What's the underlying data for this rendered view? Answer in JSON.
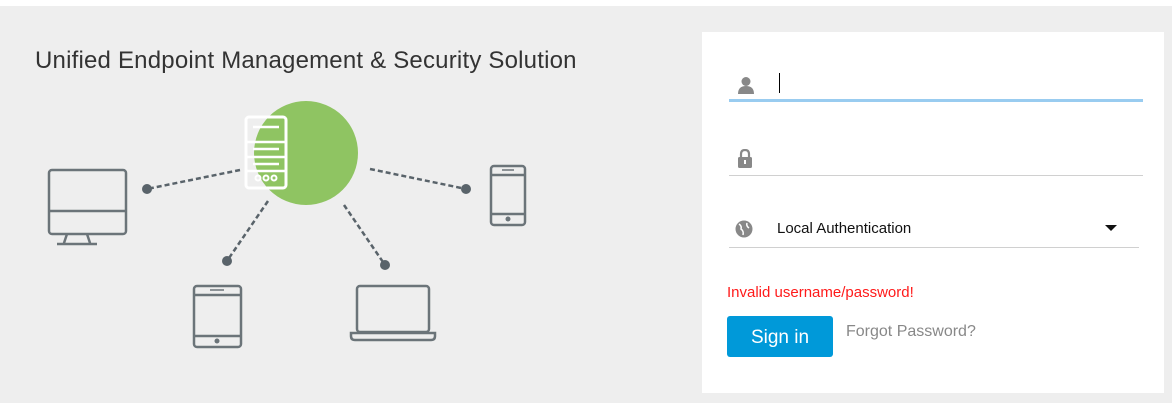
{
  "header": {
    "title": "Unified Endpoint Management & Security Solution"
  },
  "login": {
    "username_value": "",
    "password_value": "",
    "auth_selected": "Local Authentication",
    "error": "Invalid username/password!",
    "signin_label": "Sign in",
    "forgot_label": "Forgot Password?"
  },
  "colors": {
    "accent": "#0099d9",
    "error": "#ff1a1a",
    "server": "#8fc462",
    "device": "#6b7479"
  }
}
